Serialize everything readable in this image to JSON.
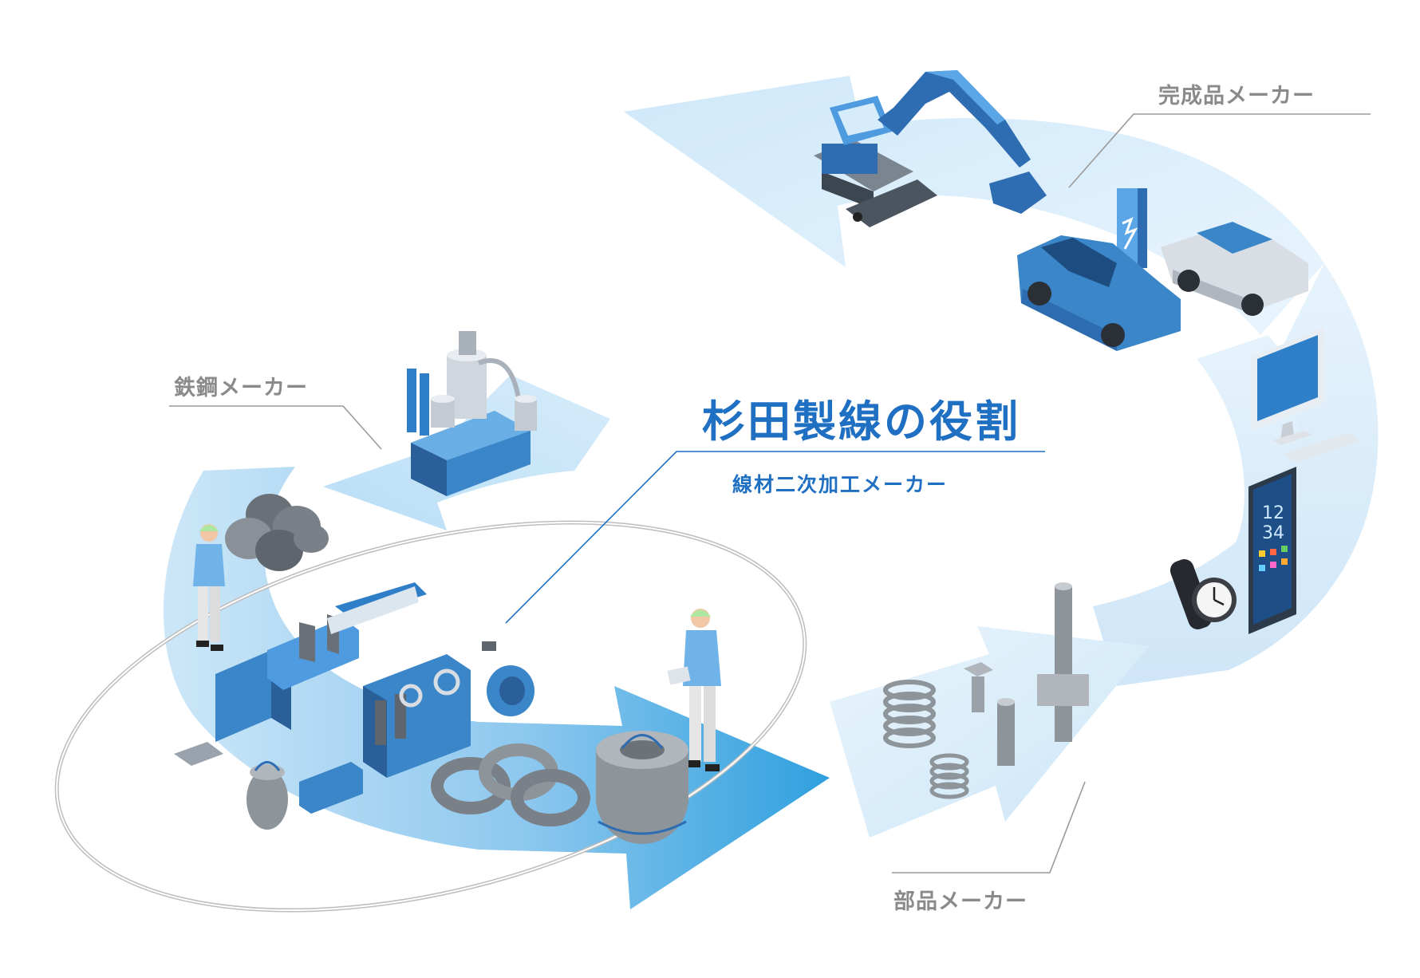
{
  "labels": {
    "finished_maker": "完成品メーカー",
    "steel_maker": "鉄鋼メーカー",
    "parts_maker": "部品メーカー"
  },
  "role": {
    "title": "杉田製線の役割",
    "subtitle": "線材二次加工メーカー"
  },
  "illustration": {
    "phone_clock": "12\n34"
  },
  "colors": {
    "accent": "#1f6fc2",
    "arrow_light": "#d8ecfa",
    "arrow_mid": "#a8d6f4",
    "arrow_strong": "#34a2de",
    "label_gray": "#8a8a8a",
    "machine_blue": "#3f8fcf",
    "coil_gray": "#8d949a"
  }
}
